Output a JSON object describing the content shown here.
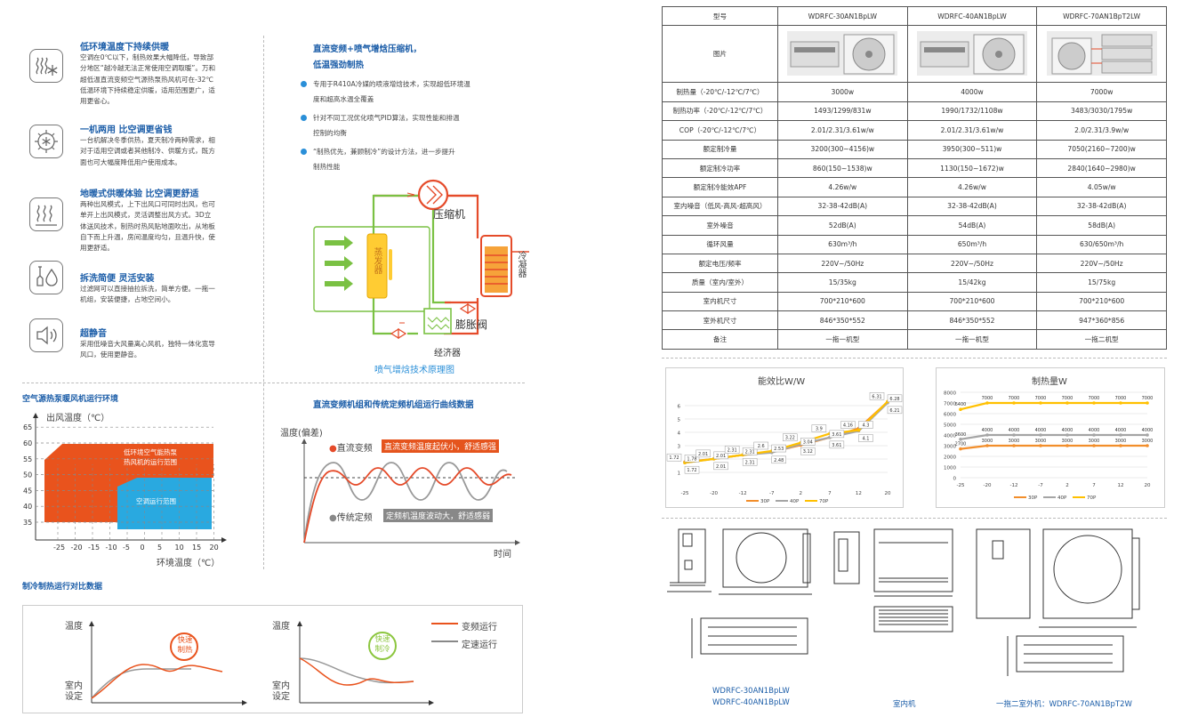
{
  "features": [
    {
      "title": "低环境温度下持续供暖",
      "text": [
        "空调在0℃以下，制热效果大幅降低，导致部",
        "分地区“越冷越无法正常使用空调取暖”。万和",
        "超低温直流变频空气源热泵热风机可在-32℃",
        "低温环境下持续稳定供暖，适用范围更广，适",
        "用更省心。"
      ],
      "icon": "snowflake-wave-icon"
    },
    {
      "title": "一机两用 比空调更省钱",
      "text": [
        "一台机解决冬季供热，夏天制冷两种需求，相",
        "对于适用空调或者其他制冷、供暖方式，既方",
        "面也可大幅度降低用户使用成本。"
      ],
      "icon": "sun-snow-icon"
    },
    {
      "title": "地暖式供暖体验 比空调更舒适",
      "text": [
        "两种出风模式，上下出风口可同时出风，也可",
        "单开上出风模式，灵活调整出风方式。3D立",
        "体送风技术，制热时热风贴地面吹出，从地板",
        "自下而上升温，房间温度均匀，且温升快，使",
        "用更舒适。"
      ],
      "icon": "heat-wave-icon"
    },
    {
      "title": "拆洗简便 灵活安装",
      "text": [
        "过滤网可以直接抽拉拆洗，简单方便。一拖一",
        "机组，安装便捷，占地空间小。"
      ],
      "icon": "tools-drop-icon"
    },
    {
      "title": "超静音",
      "text": [
        "采用低噪音大风量离心风机，独特一体化宽导",
        "风口，使用更静音。"
      ],
      "icon": "speaker-quiet-icon"
    }
  ],
  "compressor": {
    "title_line1": "直流变频+喷气增焓压缩机，",
    "title_line2": "低温强劲制热",
    "bullets": [
      [
        "专用于R410A冷媒的喷液增焓技术，实现超低环境温",
        "度和超高水温全覆盖"
      ],
      [
        "针对不同工况优化喷气PID算法，实现性能和排温",
        "控制的均衡"
      ],
      [
        "“制热优先，兼顾制冷”的设计方法，进一步提升",
        "制热性能"
      ]
    ],
    "diagram": {
      "compressor_label": "压缩机",
      "evaporator_label": "蒸发器",
      "condenser_label": "冷凝器",
      "economizer_label": "经济器",
      "expansion_label": "膨胀阀",
      "caption": "喷气增焓技术原理图"
    }
  },
  "env_chart": {
    "title": "空气源热泵暖风机运行环境",
    "ylabel": "出风温度（℃）",
    "xlabel": "环境温度（℃）",
    "heat_label_1": "低环境空气能热泵",
    "heat_label_2": "热风机的运行范围",
    "ac_label": "空调运行范围"
  },
  "curve_chart": {
    "title": "直流变频机组和传统定频机组运行曲线数据",
    "ylabel": "温度(偏差)",
    "xlabel": "时间",
    "dc_label": "直流变频",
    "dc_note": "直流变频温度起伏小，舒适感强",
    "fixed_label": "传统定频",
    "fixed_note": "定频机温度波动大，舒适感弱"
  },
  "compare": {
    "title": "制冷制热运行对比数据",
    "ylabel": "温度",
    "set_line1": "室内",
    "set_line2": "设定",
    "fast_heat_1": "快速",
    "fast_heat_2": "制热",
    "fast_cool_1": "快速",
    "fast_cool_2": "制冷",
    "legend_var": "变频运行",
    "legend_fixed": "定速运行"
  },
  "spec": {
    "header": [
      "型号",
      "WDRFC-30AN1BpLW",
      "WDRFC-40AN1BpLW",
      "WDRFC-70AN1BpT2LW"
    ],
    "image_label": "图片",
    "rows": [
      [
        "制热量（-20℃/-12℃/7℃）",
        "3000w",
        "4000w",
        "7000w"
      ],
      [
        "制热功率（-20℃/-12℃/7℃）",
        "1493/1299/831w",
        "1990/1732/1108w",
        "3483/3030/1795w"
      ],
      [
        "COP（-20℃/-12℃/7℃）",
        "2.01/2.31/3.61w/w",
        "2.01/2.31/3.61w/w",
        "2.0/2.31/3.9w/w"
      ],
      [
        "额定制冷量",
        "3200(300~4156)w",
        "3950(300~511)w",
        "7050(2160~7200)w"
      ],
      [
        "额定制冷功率",
        "860(150~1538)w",
        "1130(150~1672)w",
        "2840(1640~2980)w"
      ],
      [
        "额定制冷能效APF",
        "4.26w/w",
        "4.26w/w",
        "4.05w/w"
      ],
      [
        "室内噪音（低风-高风-超高风）",
        "32-38-42dB(A)",
        "32-38-42dB(A)",
        "32-38-42dB(A)"
      ],
      [
        "室外噪音",
        "52dB(A)",
        "54dB(A)",
        "58dB(A)"
      ],
      [
        "循环风量",
        "630m³/h",
        "650m³/h",
        "630/650m³/h"
      ],
      [
        "额定电压/频率",
        "220V~/50Hz",
        "220V~/50Hz",
        "220V~/50Hz"
      ],
      [
        "质量（室内/室外）",
        "15/35kg",
        "15/42kg",
        "15/75kg"
      ],
      [
        "室内机尺寸",
        "700*210*600",
        "700*210*600",
        "700*210*600"
      ],
      [
        "室外机尺寸",
        "846*350*552",
        "846*350*552",
        "947*360*856"
      ],
      [
        "备注",
        "一拖一机型",
        "一拖一机型",
        "一拖二机型"
      ]
    ]
  },
  "chart_data": [
    {
      "type": "line",
      "title": "能效比W/W",
      "x": [
        "-25",
        "-20",
        "-12",
        "-7",
        "2",
        "7",
        "12",
        "20"
      ],
      "ylim": [
        0,
        7
      ],
      "yticks": [
        "1",
        "2",
        "3",
        "4",
        "5",
        "6"
      ],
      "series": [
        {
          "name": "30P",
          "values": [
            1.78,
            2.01,
            2.31,
            2.53,
            3.04,
            3.61,
            4.3,
            6.28
          ],
          "color": "#f28e2b"
        },
        {
          "name": "40P",
          "values": [
            1.72,
            2.01,
            2.31,
            2.48,
            3.12,
            3.61,
            4.1,
            6.21
          ],
          "color": "#a5a5a5"
        },
        {
          "name": "70P",
          "values": [
            1.72,
            2.01,
            2.31,
            2.6,
            3.22,
            3.9,
            4.16,
            6.31
          ],
          "color": "#ffc000"
        }
      ],
      "labels": [
        [
          "1.78",
          "1.72",
          "1.72"
        ],
        [
          "2.01",
          "2.01",
          "2.01"
        ],
        [
          "2.31",
          "2.31",
          "2.31"
        ],
        [
          "2.53",
          "2.48",
          "2.6"
        ],
        [
          "3.04",
          "3.12",
          "3.22"
        ],
        [
          "3.61",
          "3.61",
          "3.9"
        ],
        [
          "4.3",
          "4.1",
          "4.16"
        ],
        [
          "6.28",
          "6.21",
          "6.31"
        ]
      ]
    },
    {
      "type": "line",
      "title": "制热量W",
      "x": [
        "-25",
        "-20",
        "-12",
        "-7",
        "2",
        "7",
        "12",
        "20"
      ],
      "ylim": [
        0,
        8000
      ],
      "yticks": [
        "0",
        "1000",
        "2000",
        "3000",
        "4000",
        "5000",
        "6000",
        "7000",
        "8000"
      ],
      "series": [
        {
          "name": "30P",
          "values": [
            2700,
            3000,
            3000,
            3000,
            3000,
            3000,
            3000,
            3000
          ],
          "color": "#f28e2b"
        },
        {
          "name": "40P",
          "values": [
            3600,
            4000,
            4000,
            4000,
            4000,
            4000,
            4000,
            4000
          ],
          "color": "#a5a5a5"
        },
        {
          "name": "70P",
          "values": [
            6400,
            7000,
            7000,
            7000,
            7000,
            7000,
            7000,
            7000
          ],
          "color": "#ffc000"
        }
      ]
    },
    {
      "type": "area",
      "title": "空气源热泵暖风机运行环境",
      "x_ticks": [
        "-25",
        "-20",
        "-15",
        "-10",
        "-5",
        "0",
        "5",
        "10",
        "15",
        "20"
      ],
      "y_ticks": [
        "35",
        "40",
        "45",
        "50",
        "55",
        "60",
        "65"
      ]
    }
  ],
  "drawings": {
    "label_30": "WDRFC-30AN1BpLW",
    "label_40": "WDRFC-40AN1BpLW",
    "label_indoor": "室内机",
    "label_70": "一拖二室外机：WDRFC-70AN1BpT2W"
  }
}
